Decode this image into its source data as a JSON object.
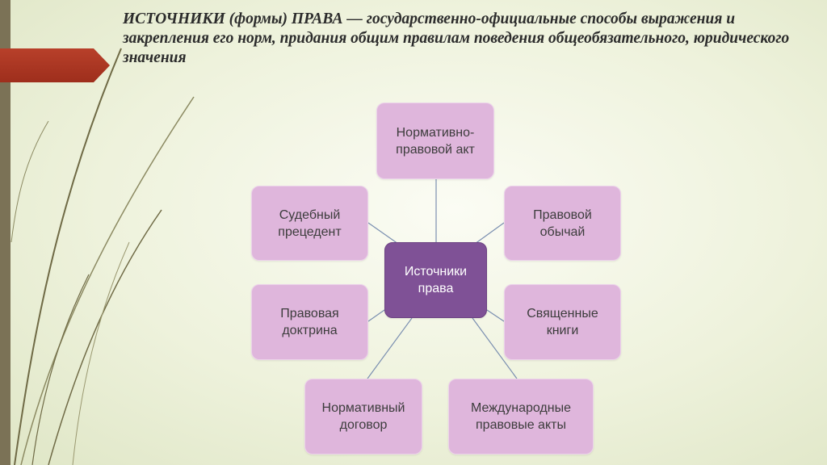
{
  "slide": {
    "title": "ИСТОЧНИКИ (формы) ПРАВА — государственно-официальные способы выражения и закрепления его норм, придания общим правилам поведения общеобязательного, юридического значения",
    "title_parts": {
      "heading": "ИСТОЧНИКИ (формы) ПРАВА",
      "rest": " — государственно-официальные способы выражения и закрепления его норм, придания общим правилам поведения общеобязательного, юридического значения"
    }
  },
  "diagram": {
    "center": "Источники\nправа",
    "nodes": [
      {
        "id": "normative-legal-act",
        "label": "Нормативно-\nправовой акт"
      },
      {
        "id": "judicial-precedent",
        "label": "Судебный\nпрецедент"
      },
      {
        "id": "legal-custom",
        "label": "Правовой\nобычай"
      },
      {
        "id": "legal-doctrine",
        "label": "Правовая\nдоктрина"
      },
      {
        "id": "sacred-books",
        "label": "Священные\nкниги"
      },
      {
        "id": "normative-agreement",
        "label": "Нормативный\nдоговор"
      },
      {
        "id": "international-legal-acts",
        "label": "Международные\nправовые акты"
      }
    ]
  },
  "colors": {
    "node_fill": "#dfb6dc",
    "center_fill": "#7f5196",
    "accent_arrow": "#b8402a",
    "left_strip": "#7b7256",
    "connector": "#7a8fb0"
  }
}
